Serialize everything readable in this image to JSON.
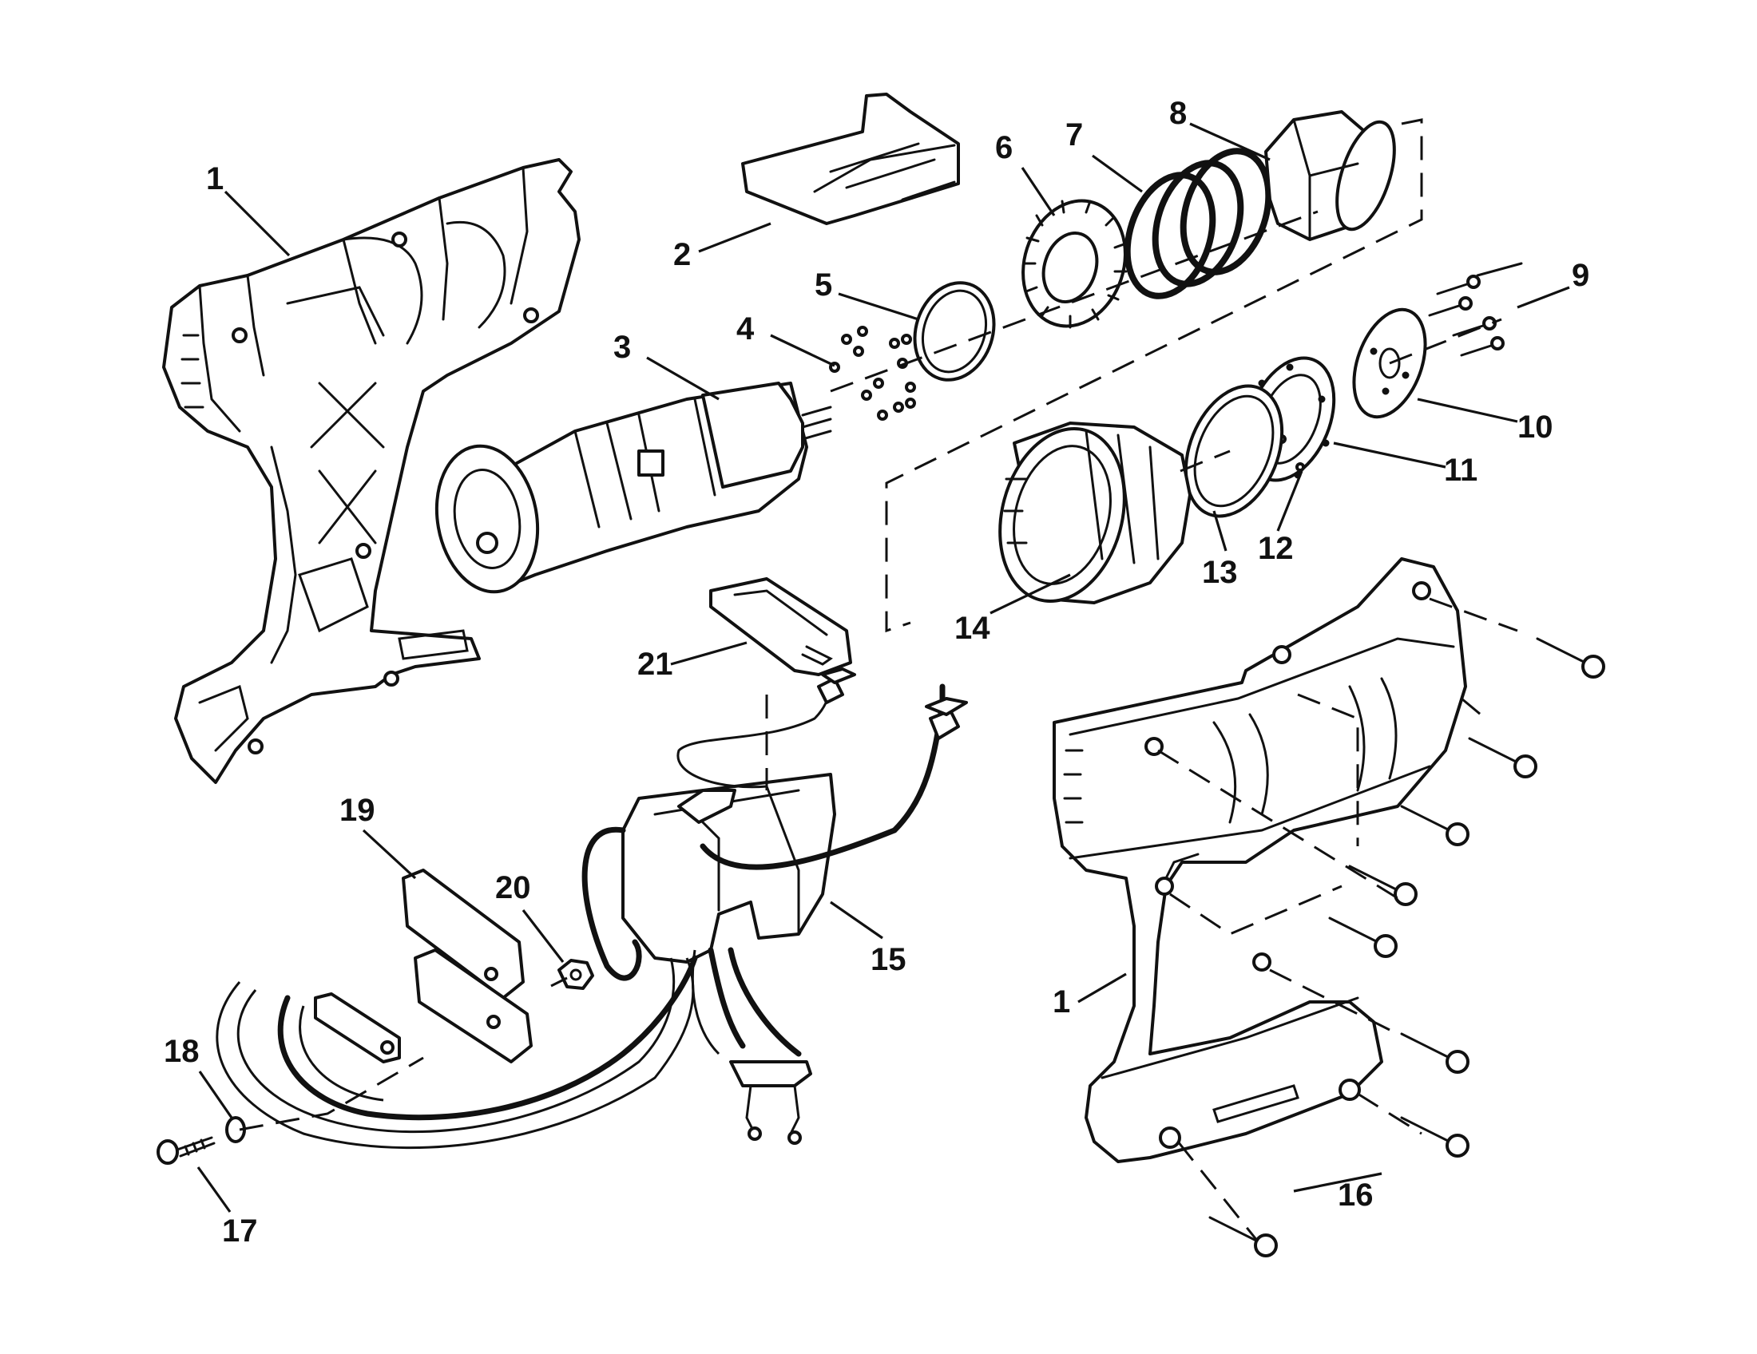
{
  "callouts": [
    {
      "id": "p1a",
      "text": "1"
    },
    {
      "id": "p1b",
      "text": "1"
    },
    {
      "id": "p2",
      "text": "2"
    },
    {
      "id": "p3",
      "text": "3"
    },
    {
      "id": "p4",
      "text": "4"
    },
    {
      "id": "p5",
      "text": "5"
    },
    {
      "id": "p6",
      "text": "6"
    },
    {
      "id": "p7",
      "text": "7"
    },
    {
      "id": "p8",
      "text": "8"
    },
    {
      "id": "p9",
      "text": "9"
    },
    {
      "id": "p10",
      "text": "10"
    },
    {
      "id": "p11",
      "text": "11"
    },
    {
      "id": "p12",
      "text": "12"
    },
    {
      "id": "p13",
      "text": "13"
    },
    {
      "id": "p14",
      "text": "14"
    },
    {
      "id": "p15",
      "text": "15"
    },
    {
      "id": "p16",
      "text": "16"
    },
    {
      "id": "p17",
      "text": "17"
    },
    {
      "id": "p18",
      "text": "18"
    },
    {
      "id": "p19",
      "text": "19"
    },
    {
      "id": "p20",
      "text": "20"
    },
    {
      "id": "p21",
      "text": "21"
    }
  ]
}
